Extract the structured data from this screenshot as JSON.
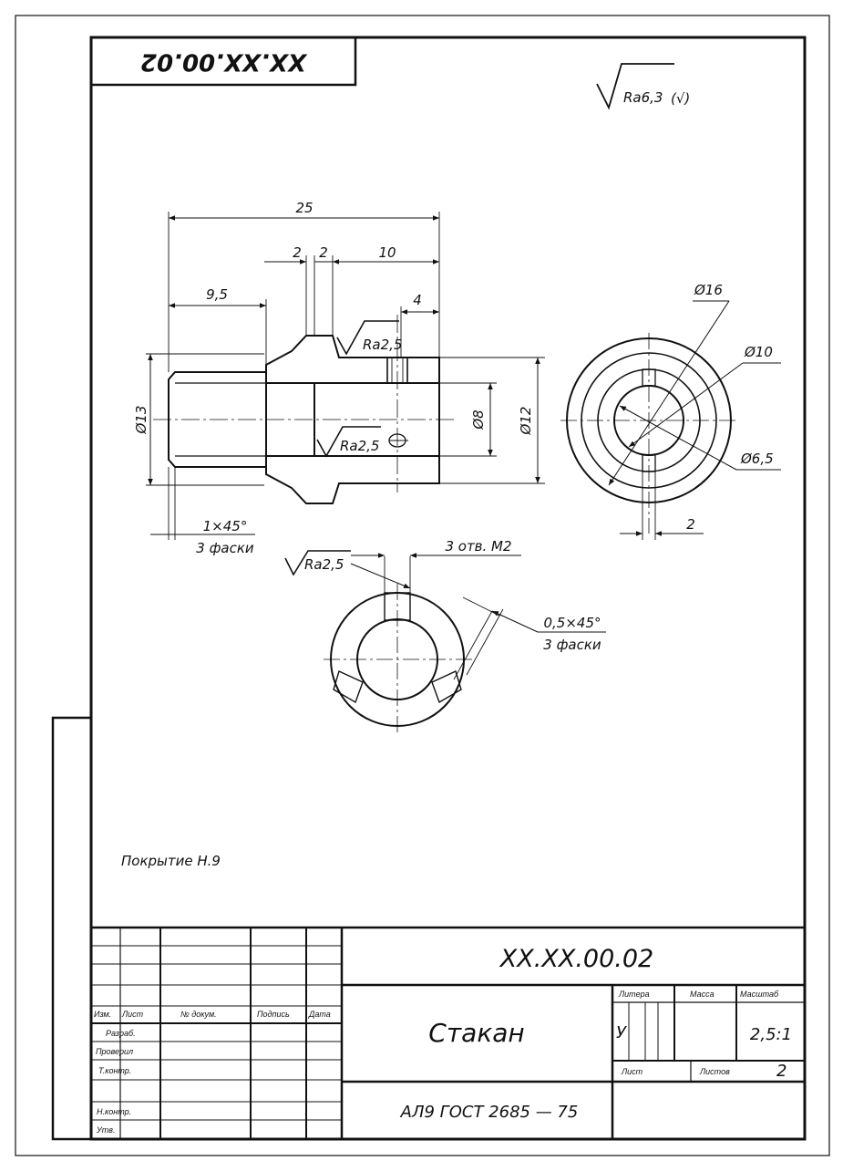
{
  "drawing": {
    "code": "XX.XX.00.02",
    "code_top": "XX.XX.00.02",
    "name": "Стакан",
    "material": "АЛ9 ГОСТ 2685 — 75",
    "coating": "Покрытие Н.9",
    "surface_general": "Ra6,3",
    "surface_general_mark": "(√)",
    "roughness_1": "Ra2,5",
    "roughness_2": "Ra2,5",
    "roughness_3": "Ra2,5"
  },
  "dimensions": {
    "length_total": "25",
    "d2a": "2",
    "d2b": "2",
    "d10": "10",
    "d95": "9,5",
    "d4": "4",
    "dia13": "Ø13",
    "dia8": "Ø8",
    "dia12": "Ø12",
    "dia16": "Ø16",
    "dia10": "Ø10",
    "dia65": "Ø6,5",
    "side2": "2",
    "chamfer1": "1×45°",
    "chamfer1_note": "3 фаски",
    "holes": "3 отв. М2",
    "chamfer2": "0,5×45°",
    "chamfer2_note": "3 фаски"
  },
  "title_block": {
    "col_izm": "Изм.",
    "col_list": "Лист",
    "col_doc": "№ докум.",
    "col_sign": "Подпись",
    "col_date": "Дата",
    "row_razrab": "Разраб.",
    "row_prov": "Проверил",
    "row_tkontr": "Т.контр.",
    "row_nkontr": "Н.контр.",
    "row_utv": "Утв.",
    "litera_label": "Литера",
    "massa_label": "Масса",
    "masshtab_label": "Масштаб",
    "litera_value": "У",
    "scale_value": "2,5:1",
    "sheet_label": "Лист",
    "sheets_label": "Листов",
    "sheets_value": "2"
  }
}
